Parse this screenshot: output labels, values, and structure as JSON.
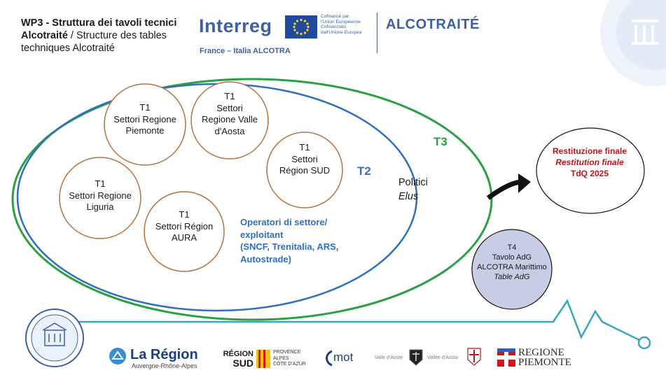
{
  "header": {
    "title_bold": "WP3 - Struttura dei tavoli tecnici Alcotraité",
    "title_rest": " / Structure des tables techniques Alcotraité",
    "interreg": "Interreg",
    "eu_text": [
      "Cofinancé par",
      "l'Union Européenne",
      "Cofinanziato",
      "dall'Unione Europea"
    ],
    "programme": "France – Italia ALCOTRA",
    "project": "ALCOTRAITÉ"
  },
  "diagram": {
    "circles": [
      {
        "lines": [
          "T1",
          "Settori Regione",
          "Piemonte"
        ]
      },
      {
        "lines": [
          "T1",
          "Settori",
          "Regione Valle",
          "d'Aosta"
        ]
      },
      {
        "lines": [
          "T1",
          "Settori",
          "Région SUD"
        ]
      },
      {
        "lines": [
          "T1",
          "Settori Regione",
          "Liguria"
        ]
      },
      {
        "lines": [
          "T1",
          "Settori Région",
          "AURA"
        ]
      }
    ],
    "t2_label": "T2",
    "t3_label": "T3",
    "operators": [
      "Operatori di settore/",
      "exploitant",
      "(SNCF, Trenitalia, ARS,",
      "Autostrade)"
    ],
    "politici": "Politici",
    "elus": "Elus",
    "restitution": {
      "line1": "Restituzione finale",
      "line2": "Restitution finale",
      "line3": "TdQ 2025"
    },
    "t4": {
      "lines": [
        "T4",
        "Tavolo AdG",
        "ALCOTRA Marittimo",
        "Table AdG"
      ]
    }
  },
  "footer": {
    "la_region": "La Région",
    "auvergne": "Auvergne-Rhône-Alpes",
    "region_sud": [
      "RÉGION",
      "SUD"
    ],
    "provence": [
      "PROVENCE",
      "ALPES",
      "CÔTE D'AZUR"
    ],
    "mot": "mot",
    "vda1": "Valle d'Aoste",
    "vda2": "Vallée d'Aosta",
    "piemonte": [
      "REGIONE",
      "PIEMONTE"
    ]
  },
  "colors": {
    "t3_green": "#2aa043",
    "t2_blue": "#2f6fbf",
    "t1_brown": "#b5733e",
    "brand_blue": "#3c5fa8",
    "red": "#c0141a",
    "t4_fill": "#c8cde6",
    "timeline": "#3aa6c0"
  }
}
